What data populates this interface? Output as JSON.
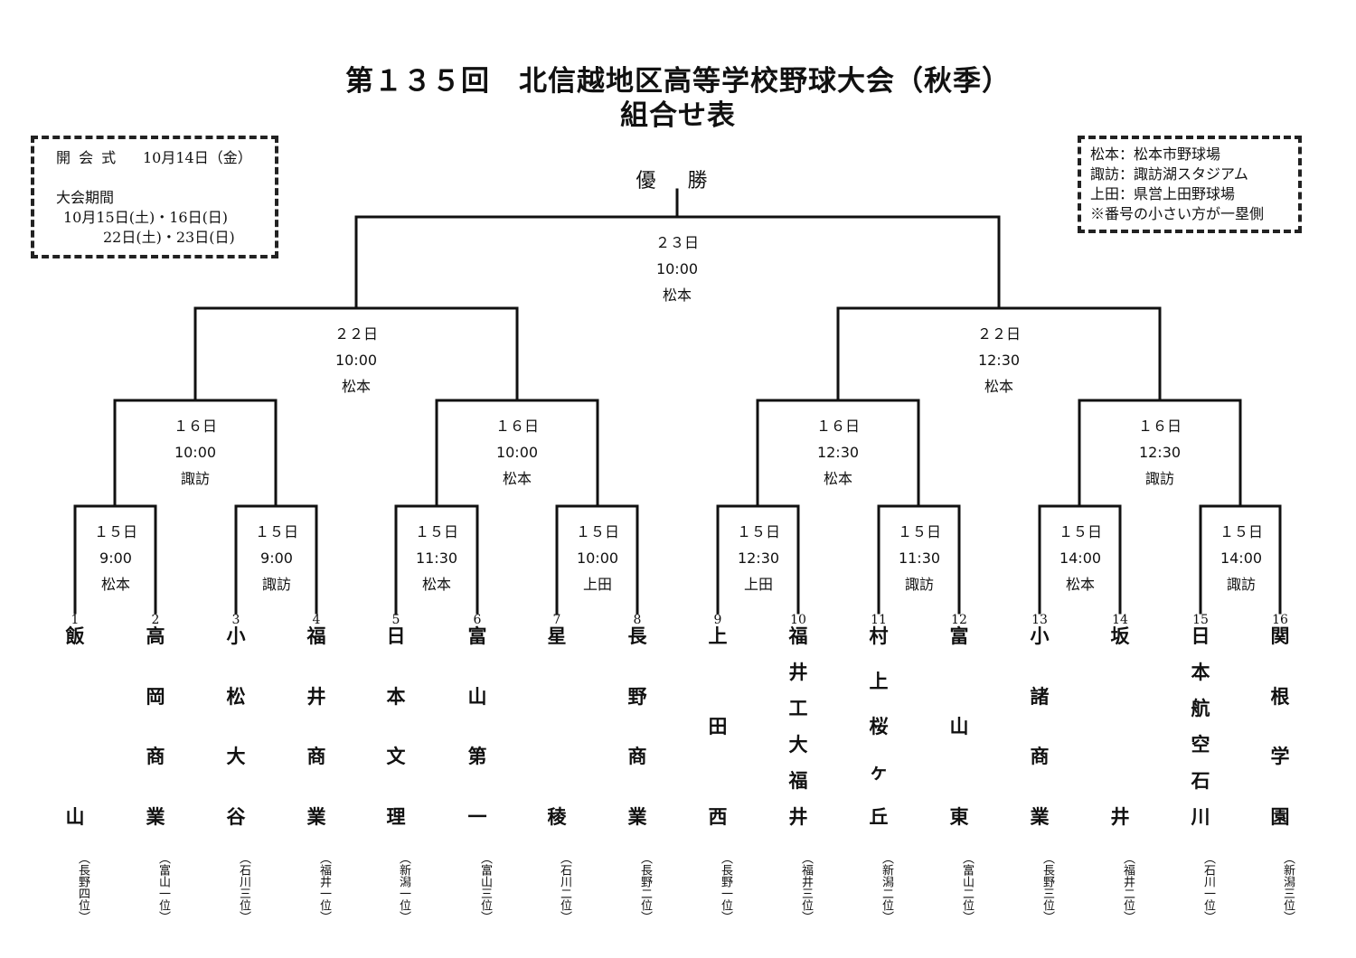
{
  "title_line1": "第１３５回　北信越地区高等学校野球大会（秋季）",
  "title_line2": "組合せ表",
  "info_box": {
    "opening_label": "開 会 式",
    "opening_date": "10月14日（金）",
    "period_label": "大会期間",
    "period_line1": "10月15日(土)・16日(日)",
    "period_line2": "22日(土)・23日(日)"
  },
  "venue_box": {
    "line1": "松本：松本市野球場",
    "line2": "諏訪：諏訪湖スタジアム",
    "line3": "上田：県営上田野球場",
    "note": "※番号の小さい方が一塁側"
  },
  "champion_label": "優 勝",
  "matches": {
    "final": {
      "day": "２３日",
      "time": "10:00",
      "venue": "松本"
    },
    "semi": [
      {
        "day": "２２日",
        "time": "10:00",
        "venue": "松本"
      },
      {
        "day": "２２日",
        "time": "12:30",
        "venue": "松本"
      }
    ],
    "quarter": [
      {
        "day": "１６日",
        "time": "10:00",
        "venue": "諏訪"
      },
      {
        "day": "１６日",
        "time": "10:00",
        "venue": "松本"
      },
      {
        "day": "１６日",
        "time": "12:30",
        "venue": "松本"
      },
      {
        "day": "１６日",
        "time": "12:30",
        "venue": "諏訪"
      }
    ],
    "first": [
      {
        "day": "１５日",
        "time": "9:00",
        "venue": "松本"
      },
      {
        "day": "１５日",
        "time": "9:00",
        "venue": "諏訪"
      },
      {
        "day": "１５日",
        "time": "11:30",
        "venue": "松本"
      },
      {
        "day": "１５日",
        "time": "10:00",
        "venue": "上田"
      },
      {
        "day": "１５日",
        "time": "12:30",
        "venue": "上田"
      },
      {
        "day": "１５日",
        "time": "11:30",
        "venue": "諏訪"
      },
      {
        "day": "１５日",
        "time": "14:00",
        "venue": "松本"
      },
      {
        "day": "１５日",
        "time": "14:00",
        "venue": "諏訪"
      }
    ]
  },
  "teams": [
    {
      "num": "1",
      "name": "飯山",
      "pref": "（長野四位）"
    },
    {
      "num": "2",
      "name": "高岡商業",
      "pref": "（富山一位）"
    },
    {
      "num": "3",
      "name": "小松大谷",
      "pref": "（石川三位）"
    },
    {
      "num": "4",
      "name": "福井商業",
      "pref": "（福井一位）"
    },
    {
      "num": "5",
      "name": "日本文理",
      "pref": "（新潟一位）"
    },
    {
      "num": "6",
      "name": "富山第一",
      "pref": "（富山三位）"
    },
    {
      "num": "7",
      "name": "星稜",
      "pref": "（石川二位）"
    },
    {
      "num": "8",
      "name": "長野商業",
      "pref": "（長野二位）"
    },
    {
      "num": "9",
      "name": "上田西",
      "pref": "（長野一位）"
    },
    {
      "num": "10",
      "name": "福井工大福井",
      "pref": "（福井三位）"
    },
    {
      "num": "11",
      "name": "村上桜ヶ丘",
      "pref": "（新潟二位）"
    },
    {
      "num": "12",
      "name": "富山東",
      "pref": "（富山二位）"
    },
    {
      "num": "13",
      "name": "小諸商業",
      "pref": "（長野三位）"
    },
    {
      "num": "14",
      "name": "坂井",
      "pref": "（福井二位）"
    },
    {
      "num": "15",
      "name": "日本航空石川",
      "pref": "（石川一位）"
    },
    {
      "num": "16",
      "name": "関根学園",
      "pref": "（新潟三位）"
    }
  ]
}
